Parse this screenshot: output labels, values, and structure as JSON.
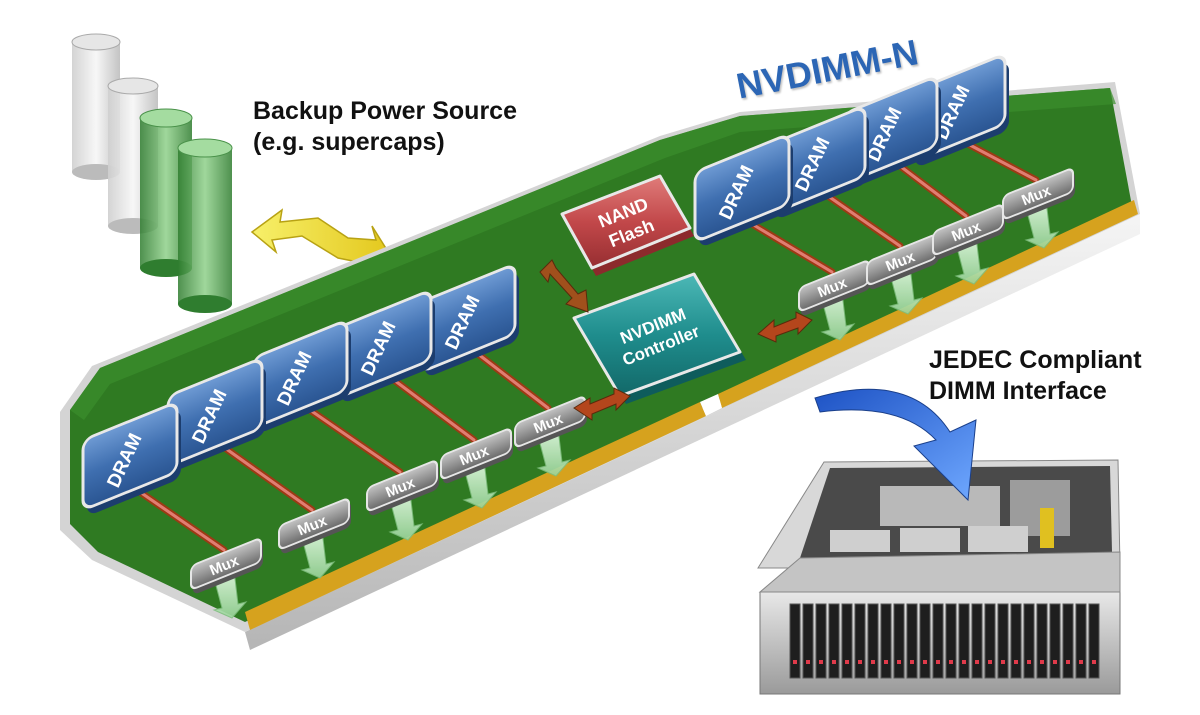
{
  "title": "NVDIMM-N",
  "labels": {
    "backup_power_line1": "Backup Power Source",
    "backup_power_line2": "(e.g. supercaps)",
    "jedec_line1": "JEDEC Compliant",
    "jedec_line2": "DIMM Interface"
  },
  "chips": {
    "dram": "DRAM",
    "mux": "Mux",
    "nand_line1": "NAND",
    "nand_line2": "Flash",
    "controller_line1": "NVDIMM",
    "controller_line2": "Controller"
  },
  "counts": {
    "dram_chips": 9,
    "mux_chips": 9
  },
  "colors": {
    "pcb": "#2f7a22",
    "dram": "#3f6fb0",
    "nand": "#c2484a",
    "controller": "#1f8d8d",
    "mux": "#9a9a9a",
    "gold_contacts": "#d6a21e",
    "title": "#2c66b5"
  }
}
